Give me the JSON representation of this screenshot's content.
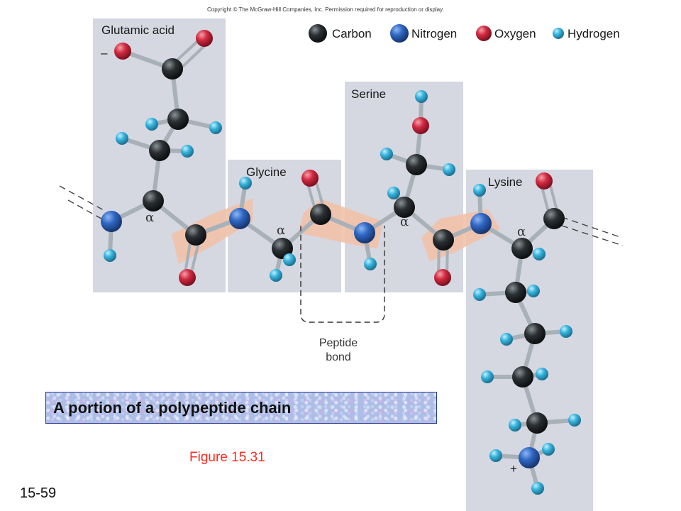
{
  "copyright": "Copyright © The McGraw-Hill Companies, Inc. Permission required for reproduction or display.",
  "legend": {
    "carbon": "Carbon",
    "nitrogen": "Nitrogen",
    "oxygen": "Oxygen",
    "hydrogen": "Hydrogen"
  },
  "colors": {
    "carbon": "#2b3033",
    "nitrogen": "#2f67c4",
    "oxygen": "#d12a40",
    "hydrogen": "#37b4dd",
    "peptide_plane": "#f2c2a8",
    "figure_label": "#ff2a1f"
  },
  "residues": {
    "glutamic_acid": "Glutamic acid",
    "glycine": "Glycine",
    "serine": "Serine",
    "lysine": "Lysine"
  },
  "charges": {
    "minus": "–",
    "plus": "+"
  },
  "alpha_symbol": "α",
  "peptide_bond": {
    "line1": "Peptide",
    "line2": "bond"
  },
  "title": "A portion of a polypeptide chain",
  "figure": "Figure 15.31",
  "slide_number": "15-59"
}
